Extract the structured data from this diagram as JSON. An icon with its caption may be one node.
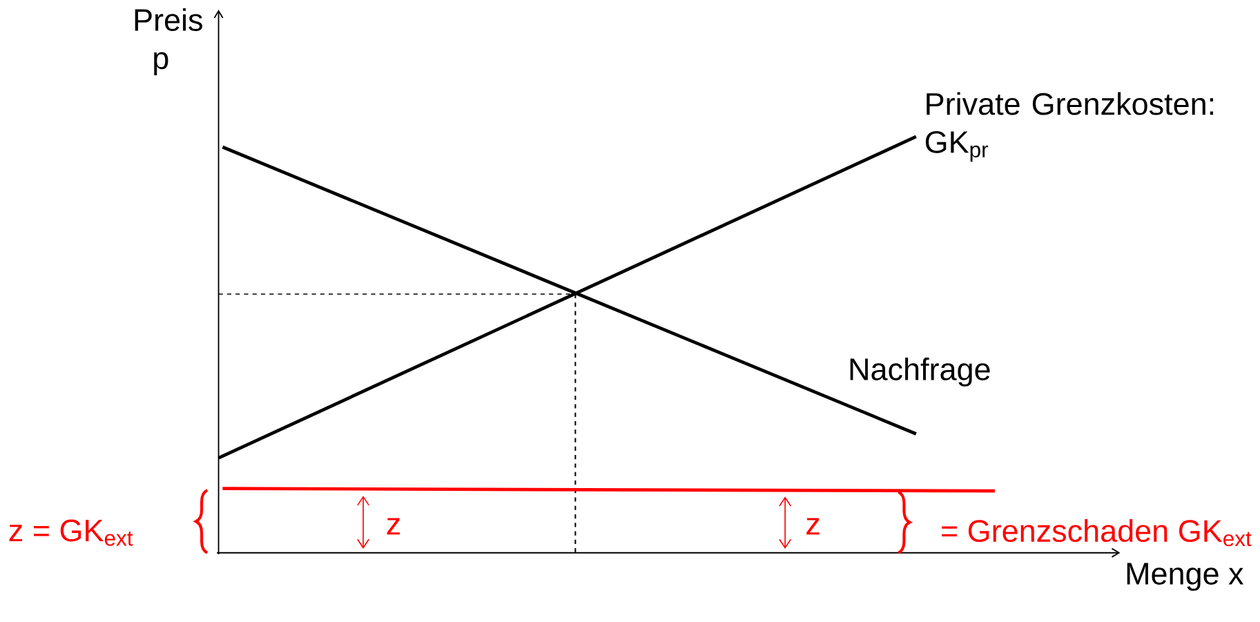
{
  "diagram": {
    "labels": [
      "Preis p",
      "Private Grenzkosten: GK$_{pr}$",
      "Nachfrage",
      "z = GK$_{ext}$",
      "z",
      "z",
      "= Grenzschaden GK$_{ext}$",
      "Menge x"
    ]
  }
}
